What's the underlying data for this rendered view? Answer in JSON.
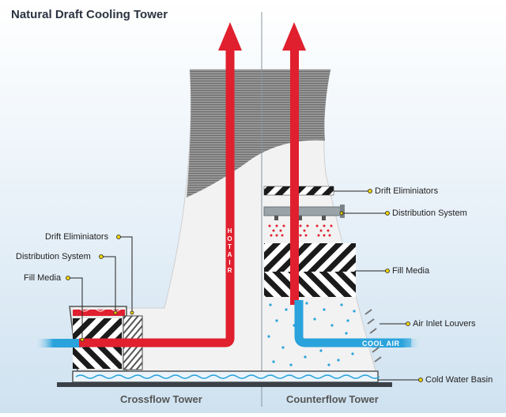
{
  "title": "Natural Draft Cooling Tower",
  "left_labels": {
    "drift": "Drift Eliminiators",
    "distribution": "Distribution System",
    "fill": "Fill Media"
  },
  "right_labels": {
    "drift": "Drift Eliminiators",
    "distribution": "Distribution System",
    "fill": "Fill Media",
    "louvers": "Air Inlet Louvers",
    "basin": "Cold Water Basin"
  },
  "flow_labels": {
    "hot_air_1": "HOT",
    "hot_air_2": "AIR",
    "cool_air": "COOL AIR"
  },
  "footer": {
    "left": "Crossflow Tower",
    "right": "Counterflow Tower"
  },
  "colors": {
    "hot_air": "#e0202e",
    "cool_air": "#2aa3dc",
    "background_sky": "#dcebf6"
  }
}
